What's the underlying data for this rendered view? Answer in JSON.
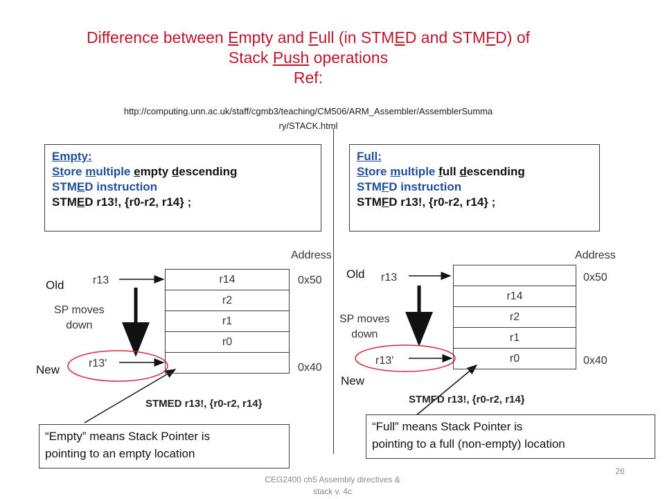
{
  "title": {
    "line1_pre": "Difference between ",
    "line1_E": "E",
    "line1_mid1": "mpty and ",
    "line1_F": "F",
    "line1_mid2": "ull (in STM",
    "line1_E2": "E",
    "line1_mid3": "D and STM",
    "line1_F2": "F",
    "line1_end": "D) of",
    "line2_pre": "Stack ",
    "line2_push": "Push",
    "line2_end": " operations",
    "ref": "Ref:"
  },
  "ref_url": {
    "line1": "http://computing.unn.ac.uk/staff/cgmb3/teaching/CM506/ARM_Assembler/AssemblerSumma",
    "line2": "ry/STACK.html"
  },
  "empty_box": {
    "heading": "Empty:",
    "l2_a": "St",
    "l2_b": "ore ",
    "l2_c": "m",
    "l2_d": "ultiple ",
    "l2_e": "e",
    "l2_f": "mpty ",
    "l2_g": "d",
    "l2_h": "escending",
    "l3_a": "STM",
    "l3_b": "E",
    "l3_c": "D instruction",
    "l4_a": "STM",
    "l4_b": "E",
    "l4_c": "D  r13!, {r0-r2, r14}   ;"
  },
  "full_box": {
    "heading": "Full:",
    "l2_a": "St",
    "l2_b": "ore ",
    "l2_c": "m",
    "l2_d": "ultiple ",
    "l2_e": "f",
    "l2_f": "ull ",
    "l2_g": "d",
    "l2_h": "escending",
    "l3_a": "STM",
    "l3_b": "F",
    "l3_c": "D instruction",
    "l4_a": "STM",
    "l4_b": "F",
    "l4_c": "D  r13!, {r0-r2, r14}   ;"
  },
  "left_diagram": {
    "address": "Address",
    "old": "Old",
    "r13": "r13",
    "sp_moves": "SP moves",
    "down": "down",
    "new": "New",
    "r13p": "r13'",
    "addr_hi": "0x50",
    "addr_lo": "0x40",
    "cells": [
      "r14",
      "r2",
      "r1",
      "r0",
      ""
    ],
    "caption": "STMED r13!, {r0-r2, r14}",
    "note_l1": "“Empty” means Stack Pointer is",
    "note_l2": "pointing to  an empty location"
  },
  "right_diagram": {
    "address": "Address",
    "old": "Old",
    "r13": "r13",
    "sp_moves": "SP moves",
    "down": "down",
    "new": "New",
    "r13p": "r13'",
    "addr_hi": "0x50",
    "addr_lo": "0x40",
    "cells": [
      "",
      "r14",
      "r2",
      "r1",
      "r0"
    ],
    "caption": "STMFD r13!, {r0-r2, r14}",
    "note_l1": "“Full” means Stack Pointer is",
    "note_l2": "pointing to  a full (non-empty) location"
  },
  "footer": {
    "l1": "CEG2400 ch5 Assembly directives &",
    "l2": "stack v. 4c",
    "page": "26"
  },
  "colors": {
    "title": "#c0142d",
    "box_text": "#1f4e9a",
    "circle": "#d9243a"
  }
}
